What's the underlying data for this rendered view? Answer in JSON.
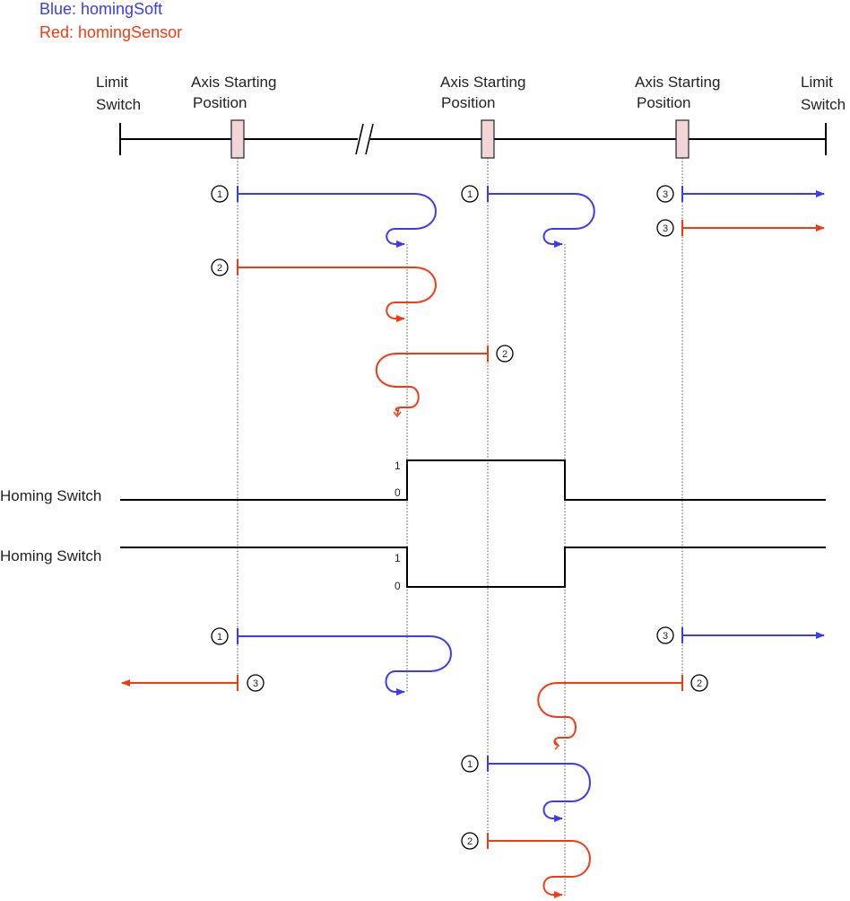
{
  "legend": {
    "blue": "Blue: homingSoft",
    "red": "Red: homingSensor",
    "blue_color": "#3b3bf0",
    "red_color": "#f03c14"
  },
  "axis": {
    "left_limit": [
      "Limit",
      "Switch"
    ],
    "right_limit": [
      "Limit",
      "Switch"
    ],
    "start_positions": [
      [
        "Axis Starting",
        "Position"
      ],
      [
        "Axis Starting",
        "Position"
      ],
      [
        "Axis Starting",
        "Position"
      ]
    ]
  },
  "signals": {
    "top": {
      "label": "Homing Switch",
      "high": "1",
      "low": "0"
    },
    "bottom": {
      "label": "Homing Switch",
      "high": "1",
      "low": "0"
    }
  },
  "markers": {
    "m1": "1",
    "m2": "2",
    "m3": "3"
  }
}
